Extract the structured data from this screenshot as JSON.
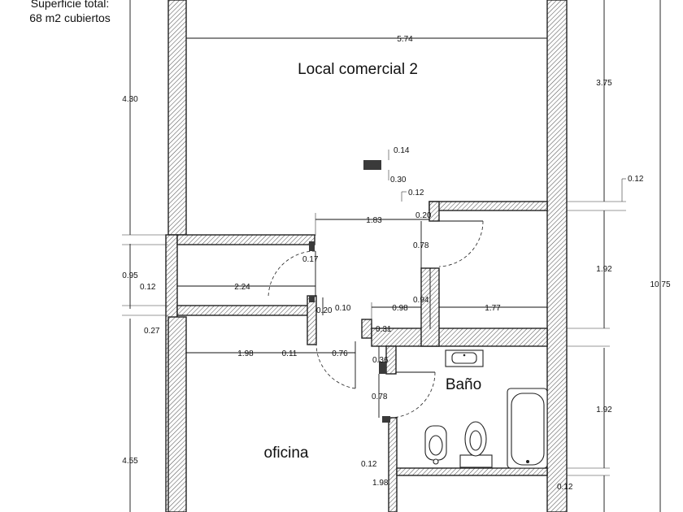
{
  "header": {
    "surface_line1": "Superficie total:",
    "surface_line2": "68 m2 cubiertos"
  },
  "rooms": {
    "local": "Local comercial 2",
    "bath": "Baño",
    "office": "oficina"
  },
  "dimensions": {
    "top_width": "5.74",
    "left_upper": "4.30",
    "right_upper": "3.75",
    "total_height": "10.75",
    "col_014": "0.14",
    "col_030": "0.30",
    "d012_top": "0.12",
    "d012_right": "0.12",
    "d183": "1.83",
    "d020a": "0.20",
    "d078a": "0.78",
    "d017": "0.17",
    "d095": "0.95",
    "d012_left": "0.12",
    "d224": "2.24",
    "d192_right_upper": "1.92",
    "d094": "0.94",
    "d020b": "0.20",
    "d010": "0.10",
    "d098": "0.98",
    "d177": "1.77",
    "d031": "0.31",
    "d027": "0.27",
    "d198a": "1.98",
    "d011": "0.11",
    "d076": "0.76",
    "d036": "0.36",
    "d078b": "0.78",
    "d192_right_lower": "1.92",
    "d455": "4.55",
    "d012_bottom_mid": "0.12",
    "d198b": "1.98",
    "d012_bottom_right": "0.12"
  }
}
